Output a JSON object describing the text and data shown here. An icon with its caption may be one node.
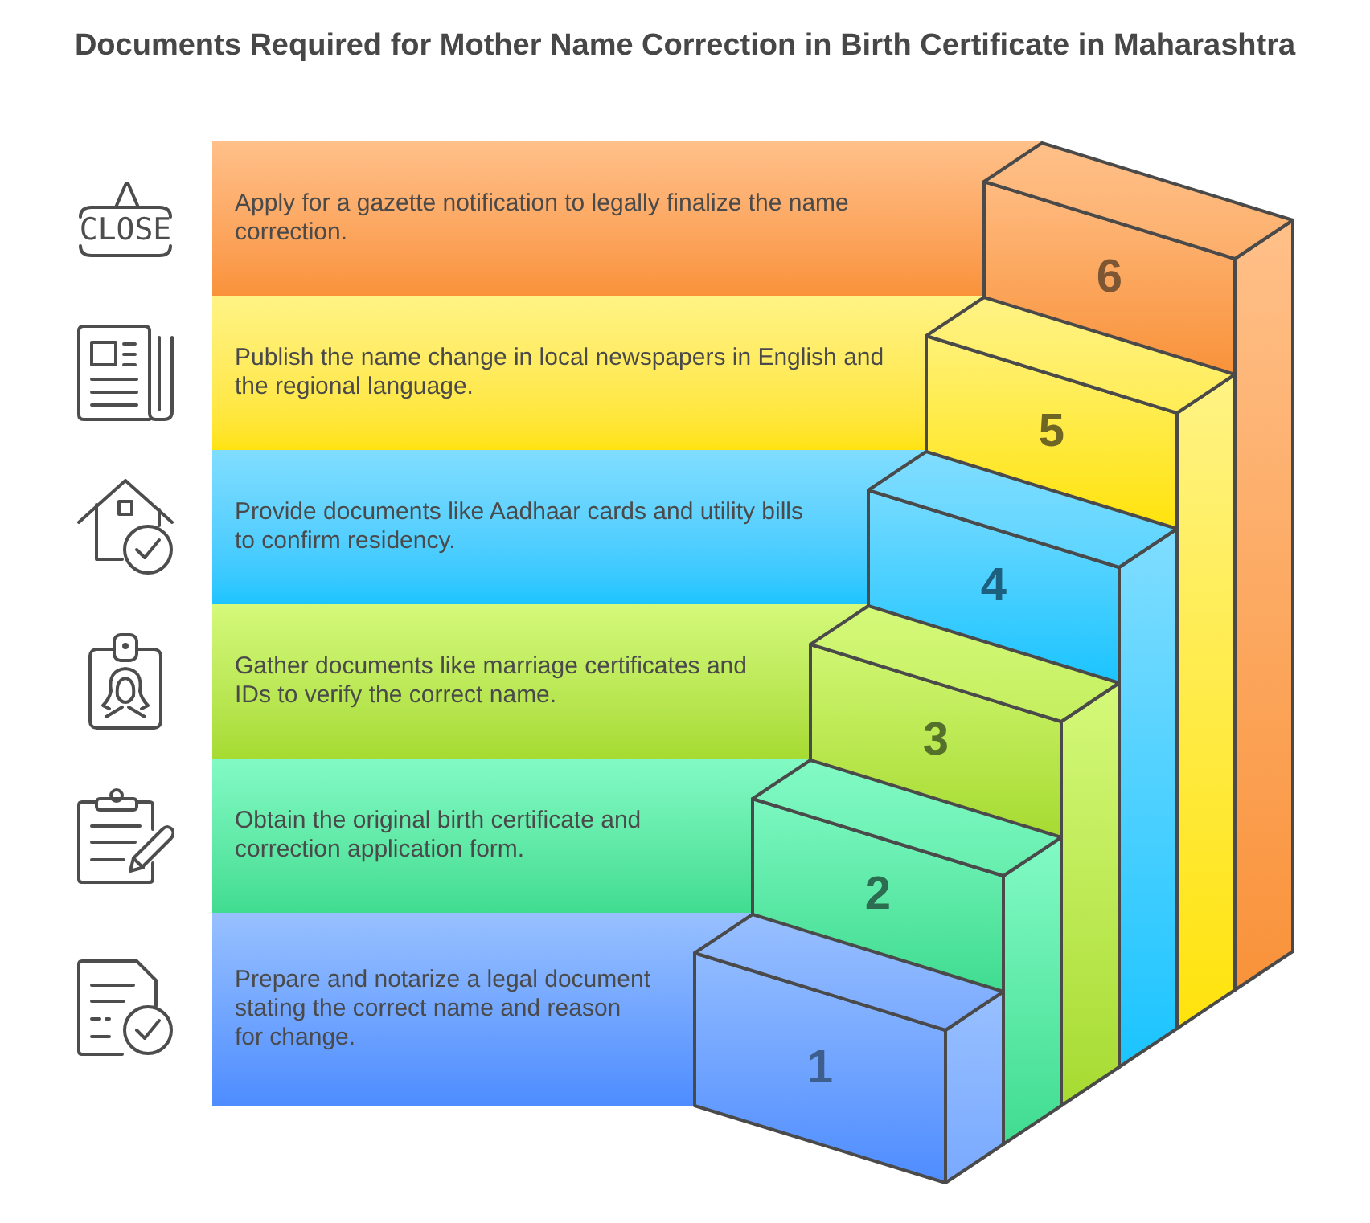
{
  "diagram": {
    "title": "Documents Required for Mother Name Correction in Birth Certificate in Maharashtra",
    "nodes": [
      {
        "text": [
          "Apply for a gazette notification to legally finalize the name correction."
        ]
      },
      {
        "text": [
          "6"
        ]
      },
      {
        "text": [
          "Publish the name change in local newspapers in English and the regional language."
        ]
      },
      {
        "text": [
          "5"
        ]
      },
      {
        "text": [
          "Provide documents like Aadhaar cards and utility bills to confirm residency."
        ]
      },
      {
        "text": [
          "4"
        ]
      },
      {
        "text": [
          "Gather documents like marriage certificates and IDs to verify the correct name."
        ]
      },
      {
        "text": [
          "3"
        ]
      },
      {
        "text": [
          "Obtain the original birth certificate and correction application form."
        ]
      },
      {
        "text": [
          "2"
        ]
      },
      {
        "text": [
          "Prepare and notarize a legal document stating the correct name and reason for change."
        ]
      },
      {
        "text": [
          "1"
        ]
      }
    ],
    "labels": [
      "CLOSE"
    ]
  }
}
